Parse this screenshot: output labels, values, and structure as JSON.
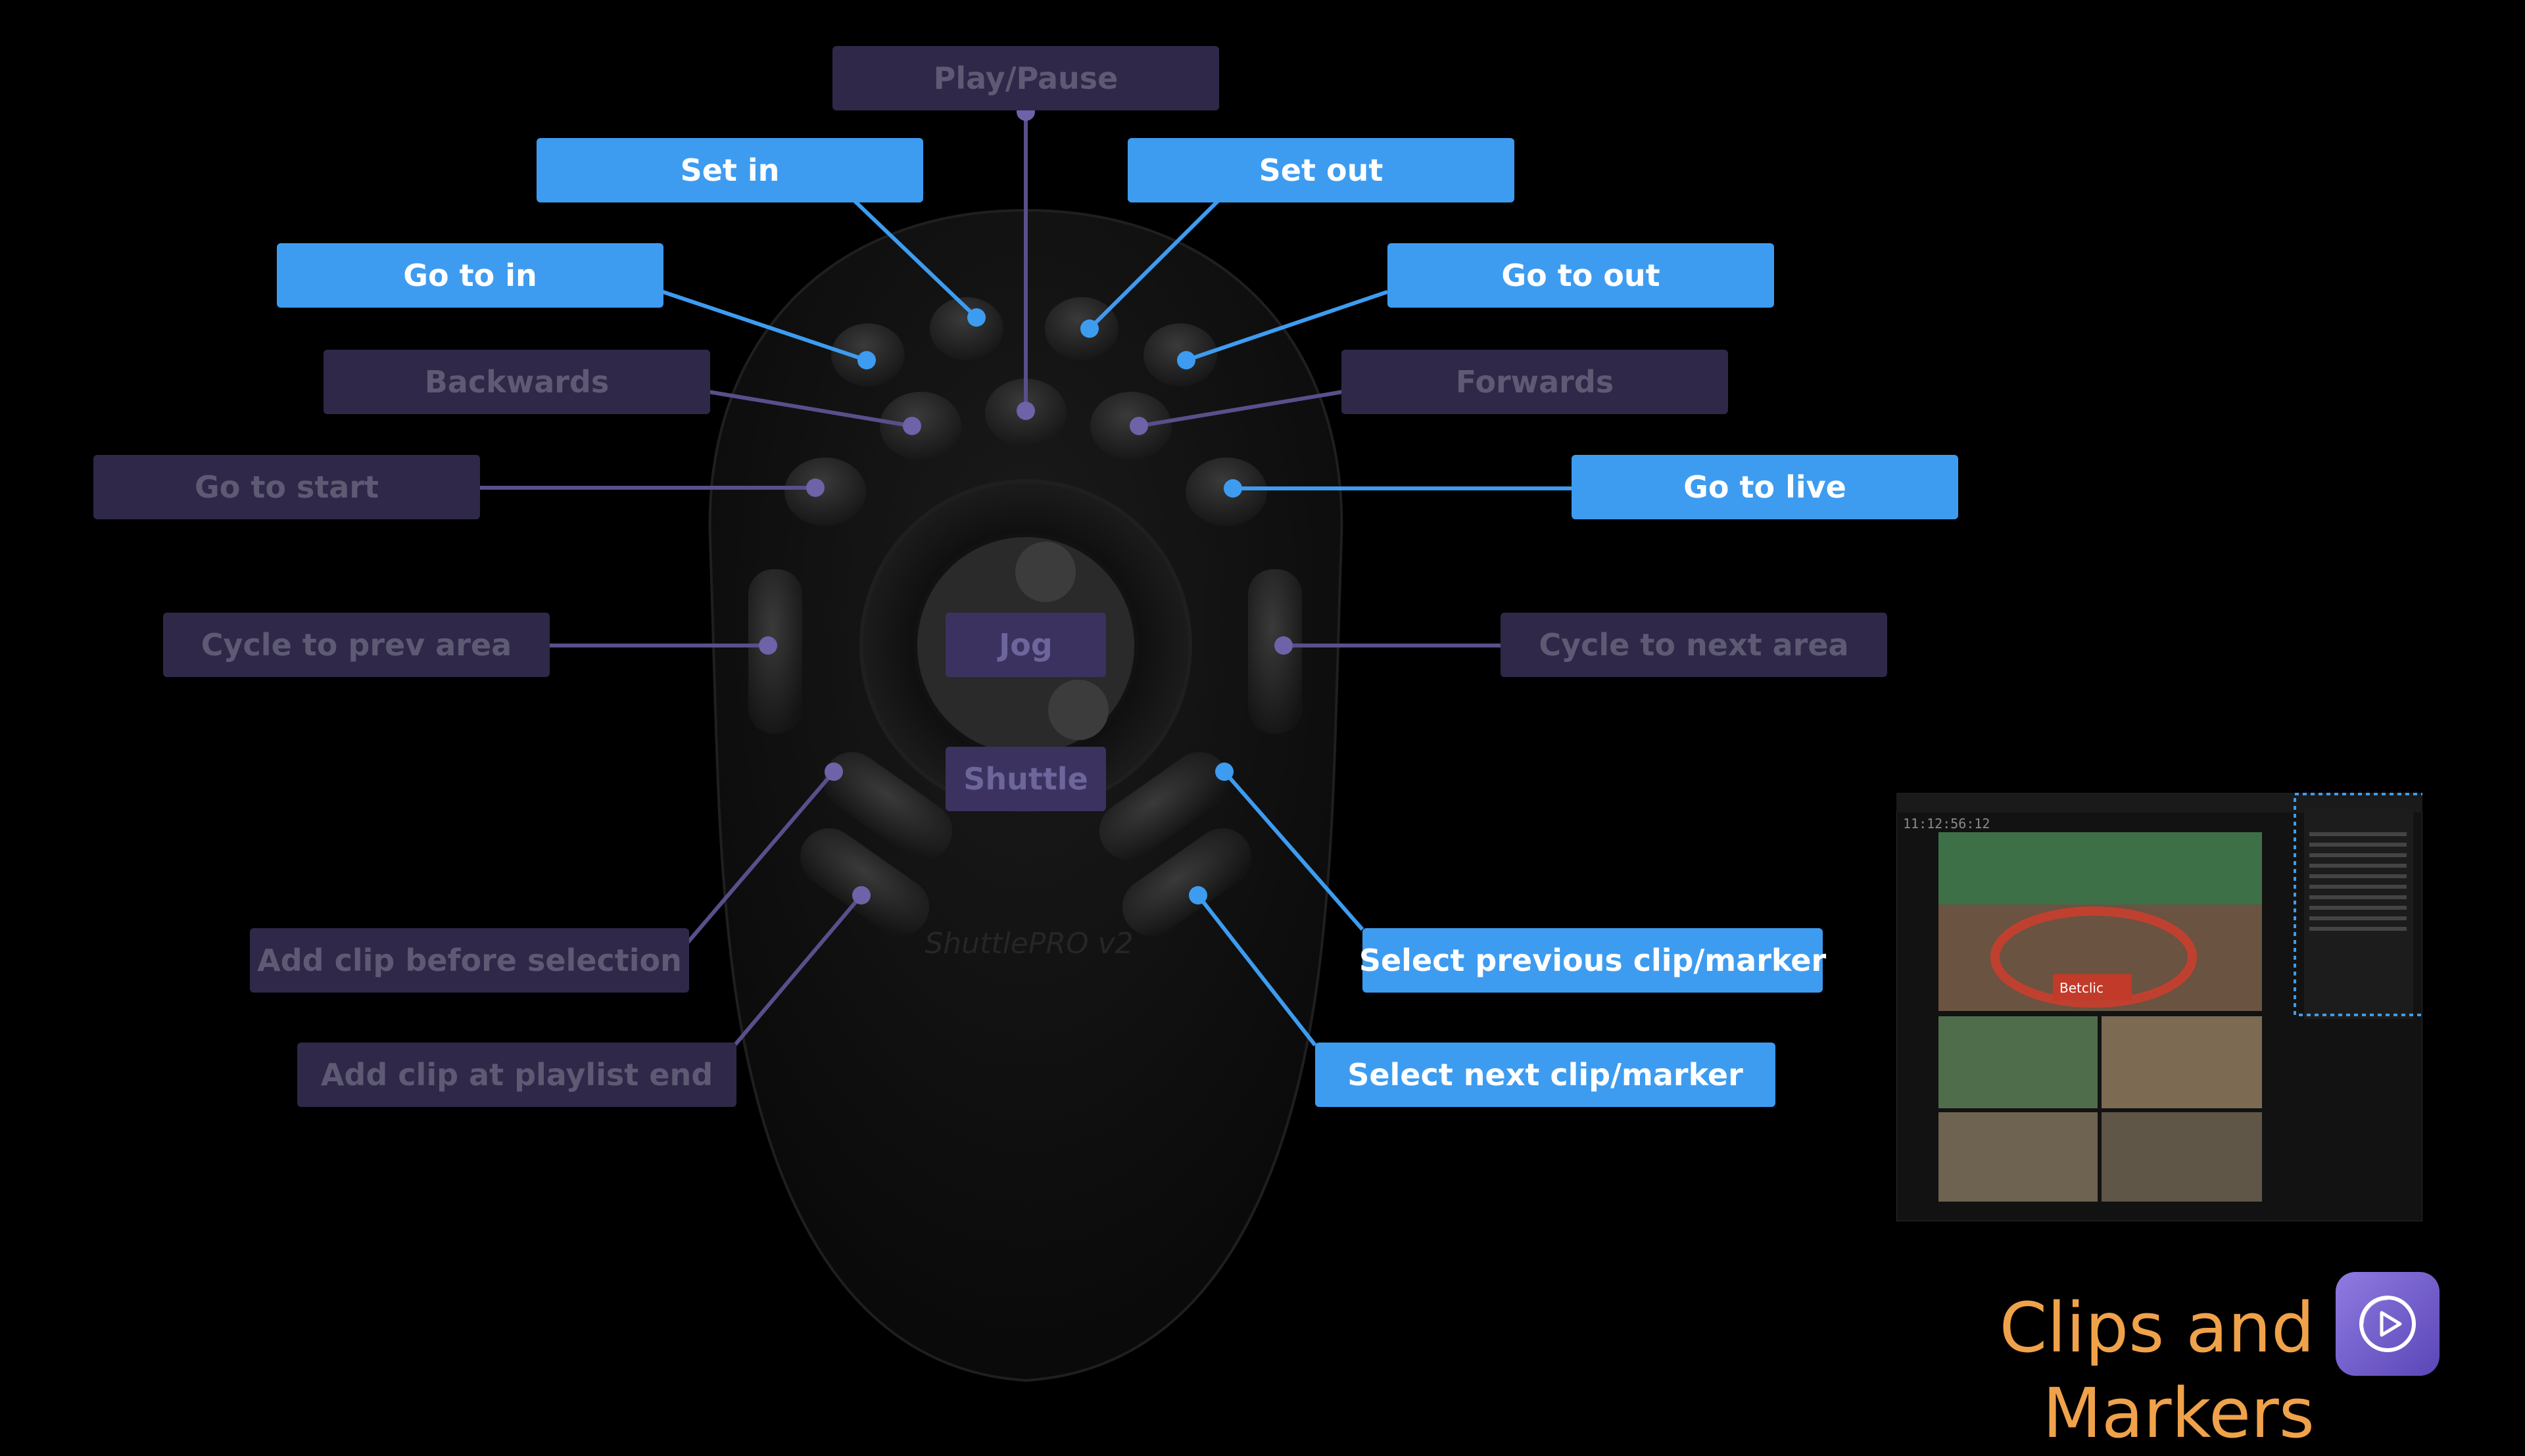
{
  "title": "Clips and Markers",
  "labels": {
    "play_pause": "Play/Pause",
    "set_in": "Set in",
    "set_out": "Set out",
    "go_to_in": "Go to in",
    "go_to_out": "Go to out",
    "backwards": "Backwards",
    "forwards": "Forwards",
    "go_to_start": "Go to start",
    "go_to_live": "Go to live",
    "cycle_prev": "Cycle to prev area",
    "cycle_next": "Cycle to next area",
    "jog": "Jog",
    "shuttle": "Shuttle",
    "add_clip_before": "Add clip before selection",
    "add_clip_end": "Add clip at playlist end",
    "select_prev": "Select previous clip/marker",
    "select_next": "Select next clip/marker"
  },
  "device": {
    "brand": "ShuttlePRO v2"
  },
  "thumbnail": {
    "timecode": "11:12:56:12",
    "ad_text": "Betclic"
  },
  "colors": {
    "active": "#3d9cf0",
    "dim": "#2f2848",
    "accent_title": "#f0a24a",
    "connector_active": "#3d9cf0",
    "connector_dim": "#5a4f8c"
  }
}
